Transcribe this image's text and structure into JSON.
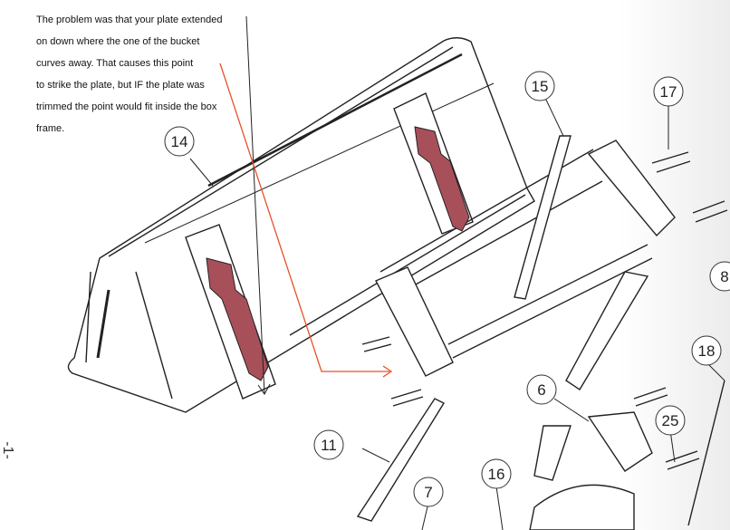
{
  "annotation": {
    "lines": [
      "The problem was that your plate extended",
      "on down where the one of the bucket",
      "curves away.  That causes this point",
      "to strike the plate, but IF the plate was",
      "trimmed the point would fit inside the box",
      "frame."
    ]
  },
  "callouts": [
    "14",
    "15",
    "17",
    "8",
    "18",
    "6",
    "25",
    "11",
    "7",
    "16"
  ],
  "page_number": "-1-",
  "colors": {
    "plate": "#a8505a",
    "arrow": "#e8502a",
    "ink": "#222222"
  }
}
